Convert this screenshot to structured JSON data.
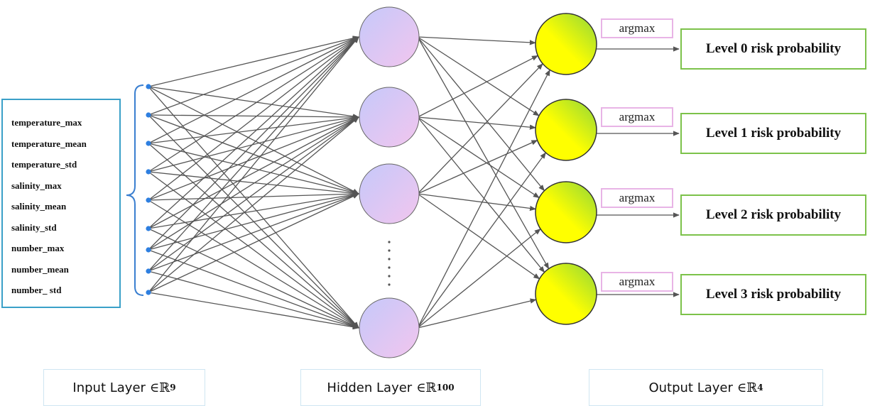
{
  "input_features": [
    "temperature_max",
    "temperature_mean",
    "temperature_std",
    "salinity_max",
    "salinity_mean",
    "salinity_std",
    "number_max",
    "number_mean",
    "number_ std"
  ],
  "argmax_label": "argmax",
  "outputs": [
    "Level 0 risk probability",
    "Level 1 risk probability",
    "Level 2 risk probability",
    "Level 3 risk probability"
  ],
  "layers": {
    "input": {
      "name": "Input Layer",
      "symbol": "∈ℝ",
      "dim": "9"
    },
    "hidden": {
      "name": "Hidden Layer",
      "symbol": "∈ℝ",
      "dim": "100"
    },
    "output": {
      "name": "Output Layer",
      "symbol": "∈ℝ",
      "dim": "4"
    }
  },
  "colors": {
    "input_node": "#2e7fe0",
    "hidden_node_gradient": [
      "#c5c8fa",
      "#f2c6ee"
    ],
    "output_node_gradient": [
      "#ffff00",
      "#8fd63a"
    ],
    "edge": "#555555",
    "feature_border": "#3aa0c8",
    "output_border": "#7cc24a",
    "argmax_border": "#e8b4e6",
    "brace": "#3a7fd0"
  }
}
